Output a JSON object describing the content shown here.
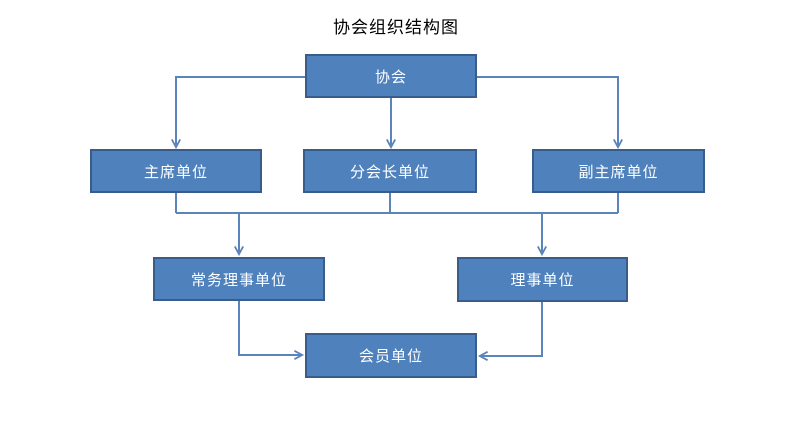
{
  "title": "协会组织结构图",
  "colors": {
    "box_fill": "#4f81bd",
    "box_border": "#385d8a",
    "connector": "#5b84ba",
    "title_text": "#000000",
    "box_text": "#ffffff",
    "canvas_bg": "#ffffff"
  },
  "nodes": {
    "association": {
      "label": "协会"
    },
    "chairman": {
      "label": "主席单位"
    },
    "branch_president": {
      "label": "分会长单位"
    },
    "vice_chairman": {
      "label": "副主席单位"
    },
    "executive_director": {
      "label": "常务理事单位"
    },
    "director": {
      "label": "理事单位"
    },
    "member": {
      "label": "会员单位"
    }
  },
  "edges": [
    {
      "from": "协会",
      "to": "主席单位",
      "arrow": true
    },
    {
      "from": "协会",
      "to": "分会长单位",
      "arrow": true
    },
    {
      "from": "协会",
      "to": "副主席单位",
      "arrow": true
    },
    {
      "from": "主席单位",
      "to": "常务理事单位",
      "arrow": true
    },
    {
      "from": "分会长单位",
      "to": "常务理事单位",
      "arrow": true
    },
    {
      "from": "分会长单位",
      "to": "理事单位",
      "arrow": true
    },
    {
      "from": "副主席单位",
      "to": "理事单位",
      "arrow": true
    },
    {
      "from": "常务理事单位",
      "to": "会员单位",
      "arrow": true
    },
    {
      "from": "理事单位",
      "to": "会员单位",
      "arrow": true
    }
  ]
}
